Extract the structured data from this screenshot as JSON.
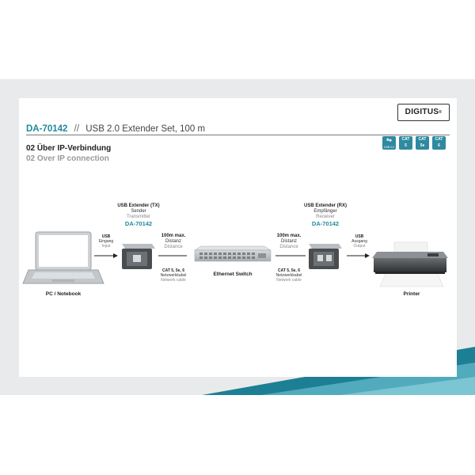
{
  "header": {
    "product_code": "DA-70142",
    "separator": "//",
    "product_desc": "USB 2.0 Extender Set, 100 m",
    "brand": "DIGITUS",
    "brand_mark": "®"
  },
  "section": {
    "title_de": "02 Über IP-Verbindung",
    "title_en": "02 Over IP connection"
  },
  "badges": [
    {
      "top": "",
      "bottom": "USB 2.0"
    },
    {
      "top": "CAT",
      "bottom": "5"
    },
    {
      "top": "CAT",
      "bottom": "5e"
    },
    {
      "top": "CAT",
      "bottom": "6"
    }
  ],
  "diagram": {
    "tx": {
      "title": "USB Extender (TX)",
      "de": "Sender",
      "en": "Transmitter",
      "code": "DA-70142"
    },
    "rx": {
      "title": "USB Extender (RX)",
      "de": "Empfänger",
      "en": "Receiver",
      "code": "DA-70142"
    },
    "usb_in": {
      "title": "USB",
      "de": "Eingang",
      "en": "Input"
    },
    "usb_out": {
      "title": "USB",
      "de": "Ausgang",
      "en": "Output"
    },
    "dist_left": {
      "title": "100m max.",
      "de": "Distanz",
      "en": "Distance"
    },
    "dist_right": {
      "title": "100m max.",
      "de": "Distanz",
      "en": "Distance"
    },
    "cable_left": {
      "title": "CAT 5, 5e, 6",
      "de": "Netzwerkkabel",
      "en": "Network cable"
    },
    "cable_right": {
      "title": "CAT 5, 5e, 6",
      "de": "Netzwerkkabel",
      "en": "Network cable"
    },
    "pc_label": "PC / Notebook",
    "switch_label": "Ethernet Switch",
    "printer_label": "Printer"
  },
  "colors": {
    "accent": "#1f8a9c",
    "band": "#e9eaeb",
    "stripe_dark": "#1d7f94",
    "stripe_light": "#5bb3c4"
  }
}
